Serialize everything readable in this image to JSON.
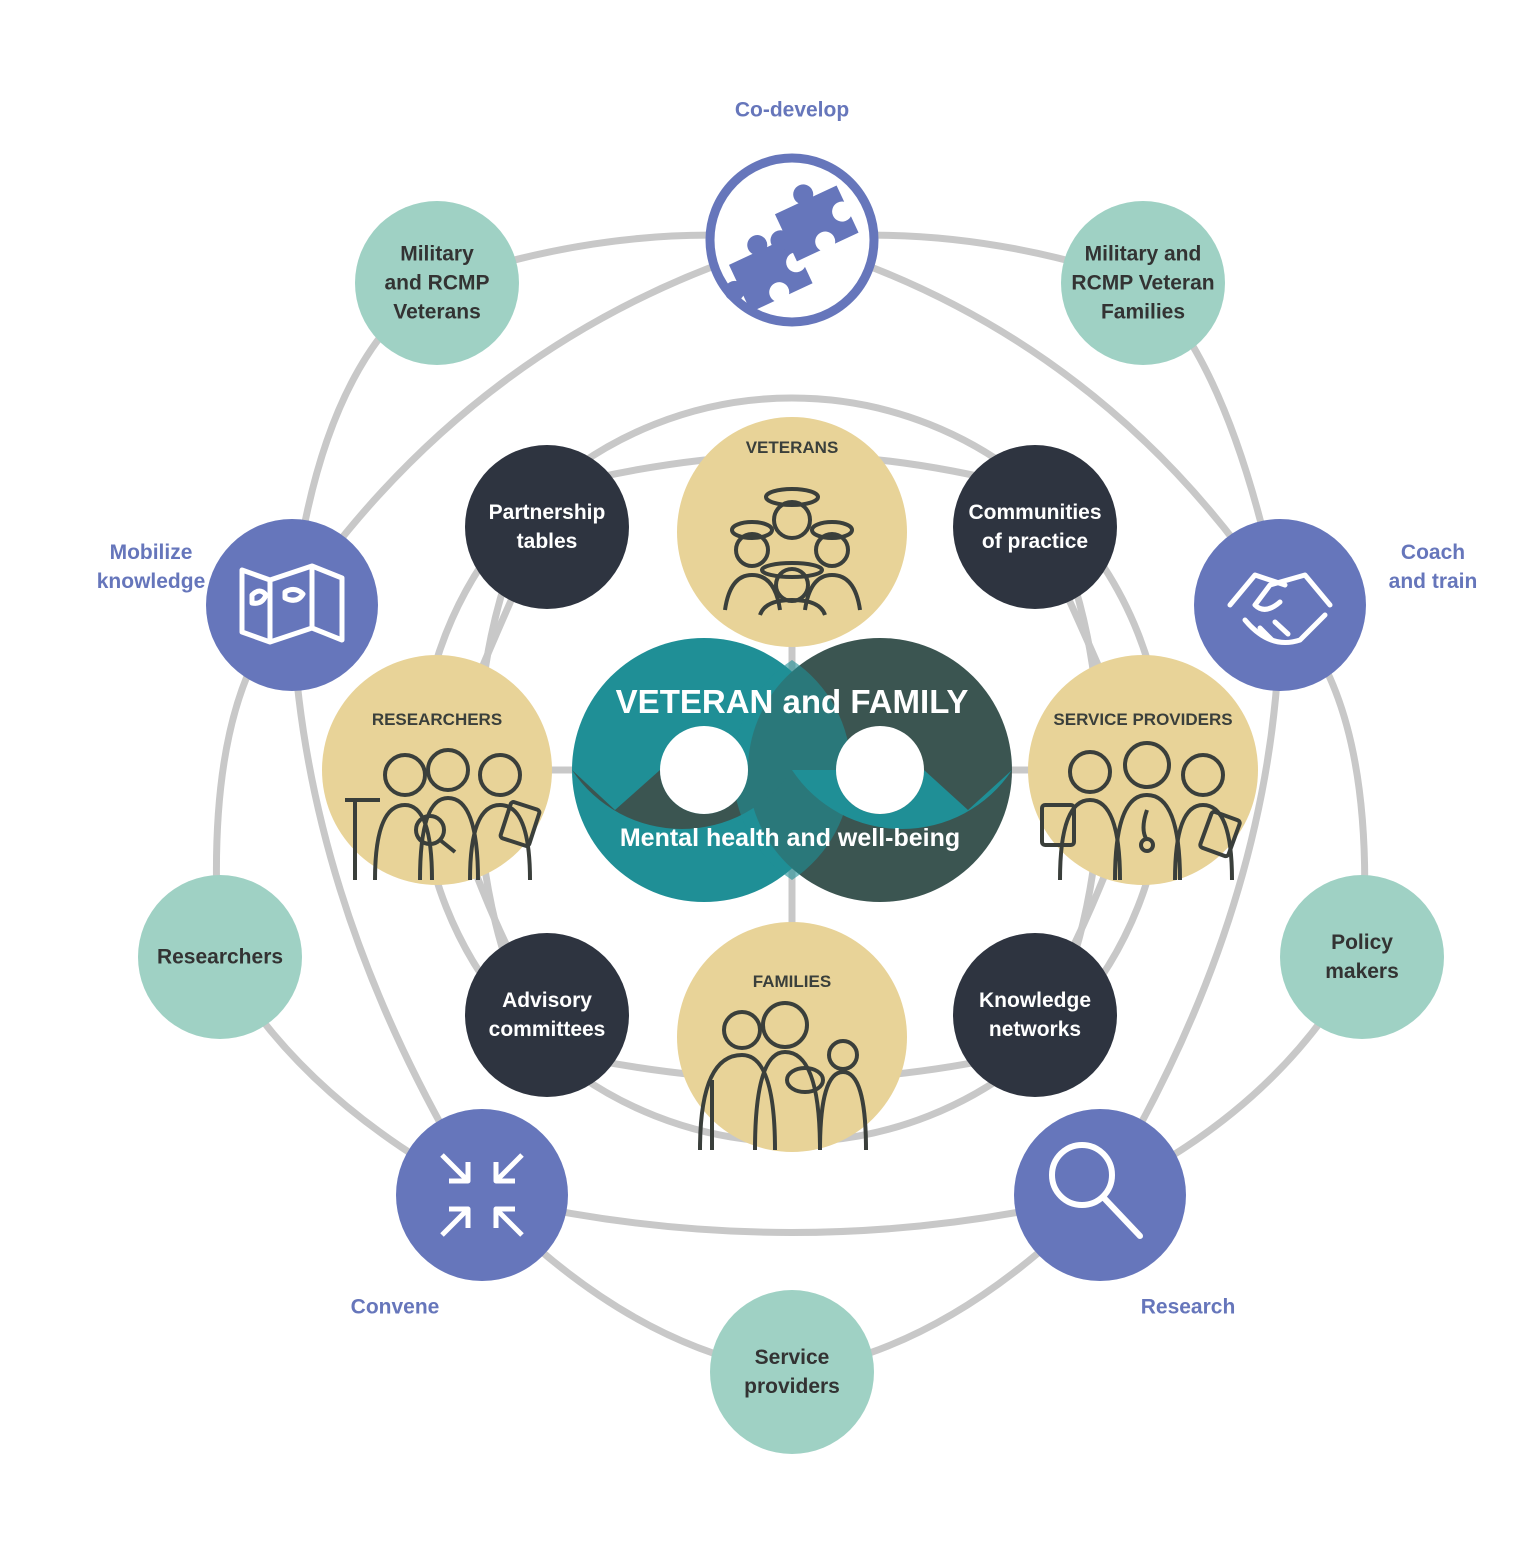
{
  "center": {
    "title": "VETERAN and FAMILY",
    "subtitle": "Mental health and well-being"
  },
  "inner_ring": [
    {
      "id": "veterans",
      "label": "VETERANS",
      "icon": "veterans-group-icon"
    },
    {
      "id": "service-providers",
      "label": "SERVICE PROVIDERS",
      "icon": "service-providers-group-icon"
    },
    {
      "id": "families",
      "label": "FAMILIES",
      "icon": "family-group-icon"
    },
    {
      "id": "researchers",
      "label": "RESEARCHERS",
      "icon": "researchers-group-icon"
    }
  ],
  "mechanisms": [
    {
      "id": "partnership-tables",
      "label": "Partnership\ntables"
    },
    {
      "id": "communities-of-practice",
      "label": "Communities\nof practice"
    },
    {
      "id": "knowledge-networks",
      "label": "Knowledge\nnetworks"
    },
    {
      "id": "advisory-committees",
      "label": "Advisory\ncommittees"
    }
  ],
  "activities": [
    {
      "id": "co-develop",
      "label": "Co-develop",
      "icon": "puzzle-icon"
    },
    {
      "id": "coach-and-train",
      "label": "Coach\nand train",
      "icon": "handshake-icon"
    },
    {
      "id": "research",
      "label": "Research",
      "icon": "magnifier-icon"
    },
    {
      "id": "convene",
      "label": "Convene",
      "icon": "converge-arrows-icon"
    },
    {
      "id": "mobilize-knowledge",
      "label": "Mobilize\nknowledge",
      "icon": "map-icon"
    }
  ],
  "audiences": [
    {
      "id": "military-rcmp-veterans",
      "label": "Military\nand RCMP\nVeterans"
    },
    {
      "id": "military-rcmp-veteran-families",
      "label": "Military and\nRCMP Veteran\nFamilies"
    },
    {
      "id": "policy-makers",
      "label": "Policy\nmakers"
    },
    {
      "id": "service-providers-outer",
      "label": "Service\nproviders"
    },
    {
      "id": "researchers-outer",
      "label": "Researchers"
    }
  ],
  "colors": {
    "purple": "#6676bb",
    "mint": "#9fd1c4",
    "tan": "#e8d398",
    "dark": "#2e3440",
    "teal": "#1f8f96",
    "darkgreen": "#3b5551",
    "line": "#c8c8c8",
    "icon_stroke": "#3a3f3b"
  }
}
